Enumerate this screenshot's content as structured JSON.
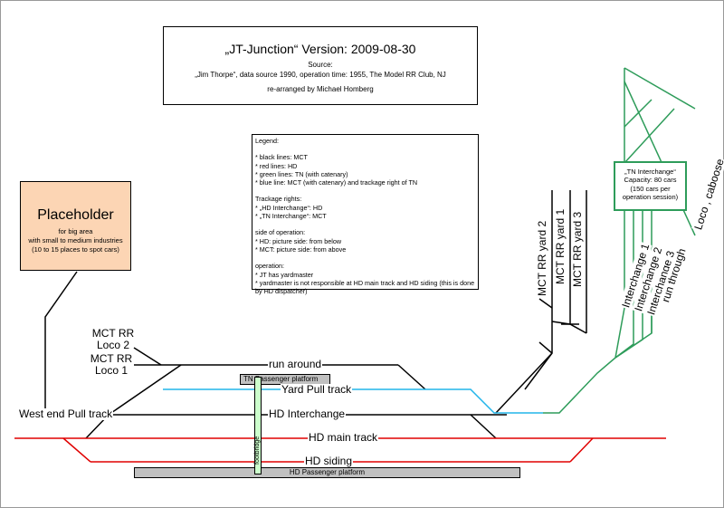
{
  "title": {
    "heading": "„JT-Junction“ Version: 2009-08-30",
    "source_label": "Source:",
    "source_text": "„Jim Thorpe“, data source 1990, operation time: 1955, The Model RR Club, NJ",
    "credit": "re-arranged by Michael Homberg"
  },
  "legend": {
    "heading": "Legend:",
    "lines": [
      "* black lines: MCT",
      "* red lines: HD",
      "* green lines: TN (with catenary)",
      "* blue line: MCT (with catenary) and trackage right of TN"
    ],
    "rights_heading": "Trackage rights:",
    "rights": [
      "* „HD Interchange“: HD",
      "* „TN Interchange“: MCT"
    ],
    "side_heading": "side of operation:",
    "side": [
      "* HD: picture side: from below",
      "* MCT: picture side: from above"
    ],
    "operation_heading": "operation:",
    "operation": [
      "* JT has yardmaster",
      "* yardmaster is not responsible at HD main track and HD siding (this is done by HD dispatcher)"
    ]
  },
  "placeholder": {
    "title": "Placeholder",
    "lines": [
      "for big area",
      "with small to medium industries",
      "(10 to 15 places to spot cars)"
    ]
  },
  "tn_interchange_box": {
    "lines": [
      "„TN Interchange“",
      "Capacity: 80 cars",
      "(150 cars per",
      "operation session)"
    ]
  },
  "tracks": {
    "mct_loco2": [
      "MCT RR",
      "Loco 2"
    ],
    "mct_loco1": [
      "MCT RR",
      "Loco 1"
    ],
    "run_around": "run around",
    "tn_passenger_platform": "TN Passenger platform",
    "yard_pull": "Yard Pull track",
    "west_end": "West end Pull track",
    "hd_interchange": "HD Interchange",
    "hd_main": "HD main track",
    "hd_siding": "HD siding",
    "hd_passenger_platform": "HD Passenger platform",
    "footbridge": "footbridge",
    "yards": [
      "MCT RR yard 2",
      "MCT RR yard 1",
      "MCT RR yard 3"
    ],
    "interchanges": [
      "Interchange 1",
      "Interchange 2",
      "Interchange 3",
      "run through"
    ],
    "loco_caboose": "Loco , caboose"
  },
  "colors": {
    "mct": "#000000",
    "hd": "#e00000",
    "tn": "#2e9c5a",
    "blue": "#22b5ea",
    "placeholder_fill": "#fcd5b4",
    "platform": "#c0c0c0",
    "footbridge": "#ccffcc"
  }
}
